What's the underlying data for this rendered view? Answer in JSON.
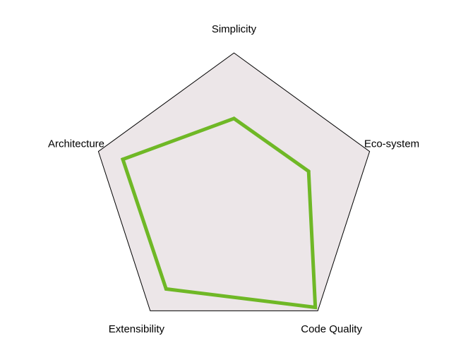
{
  "chart_data": {
    "type": "radar",
    "categories": [
      "Simplicity",
      "Eco-system",
      "Code Quality",
      "Extensibility",
      "Architecture"
    ],
    "series": [
      {
        "values": [
          5.4,
          5.5,
          9.7,
          8.1,
          8.2
        ]
      }
    ],
    "range": [
      0,
      10
    ],
    "grid": false,
    "colors": {
      "series_line": "#6fb826",
      "background_fill": "#ece6e8",
      "outline": "#000000"
    }
  }
}
